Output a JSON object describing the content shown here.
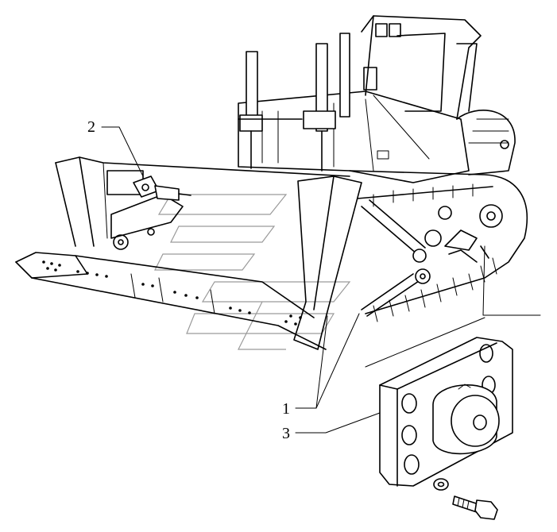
{
  "callouts": [
    {
      "id": "1",
      "label": "1"
    },
    {
      "id": "2",
      "label": "2"
    },
    {
      "id": "3",
      "label": "3"
    }
  ],
  "parts": {
    "machine": "crawler-dozer",
    "detail": "mounting-plate-with-ball-joint",
    "hardware": [
      "washer",
      "bolt"
    ]
  }
}
